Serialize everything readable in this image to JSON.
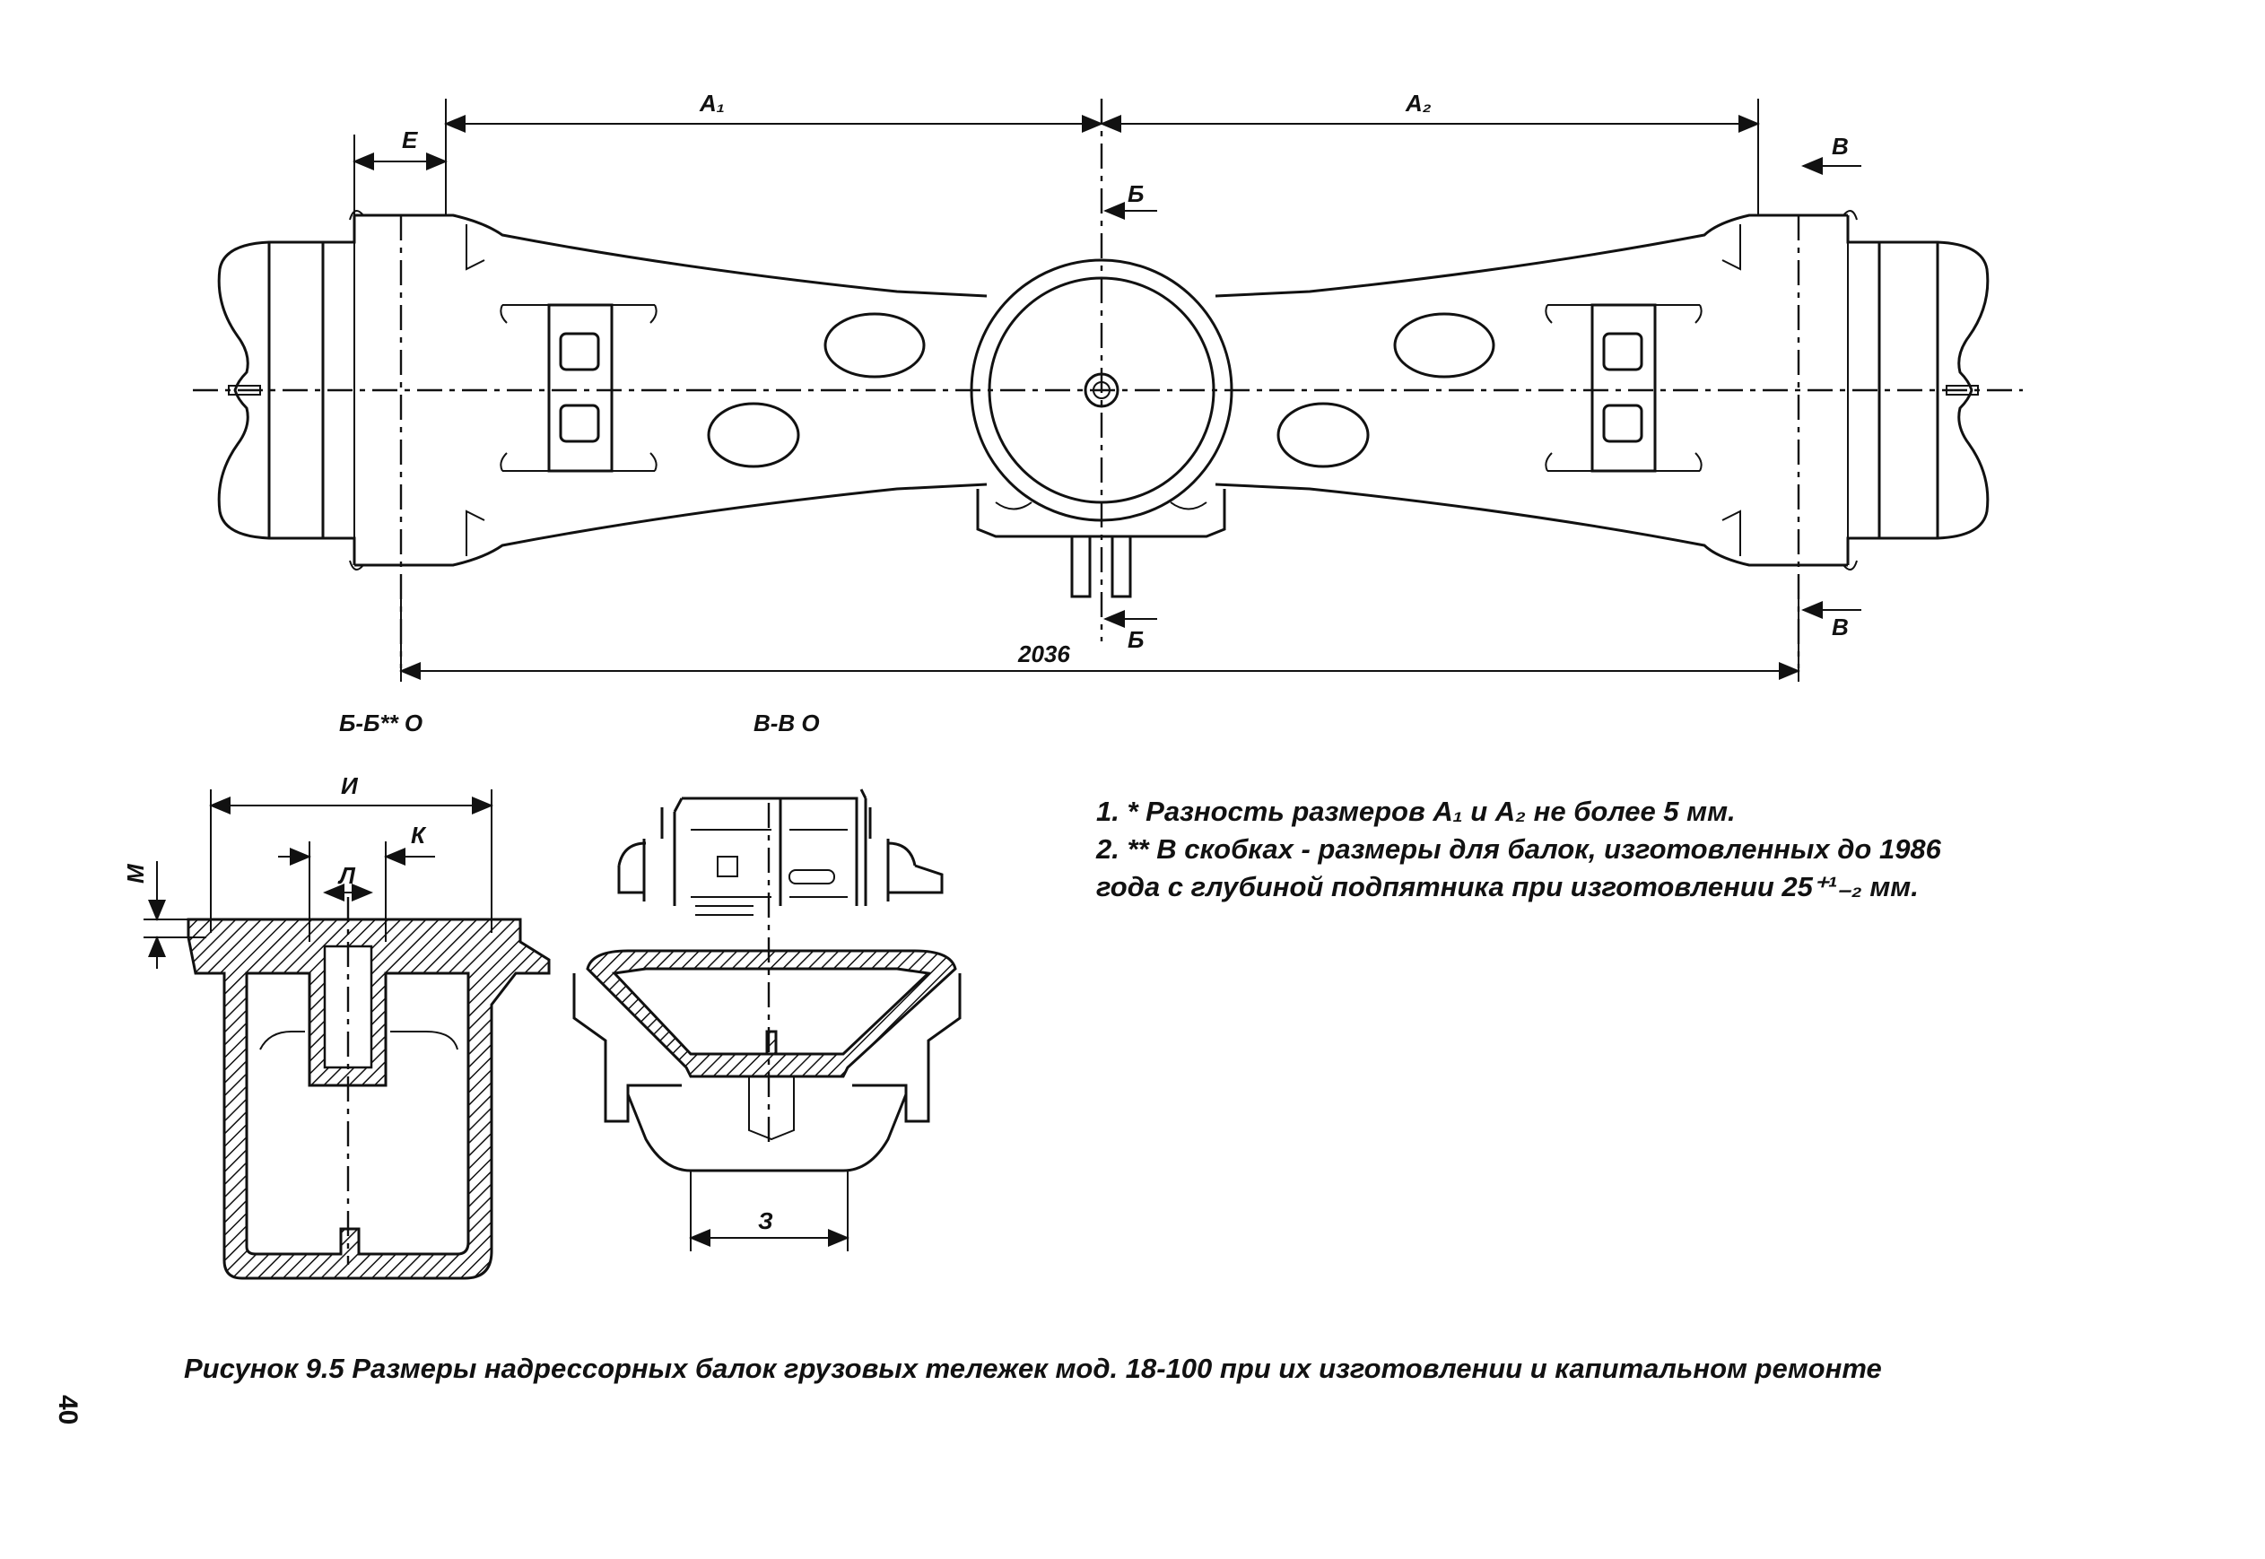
{
  "labels": {
    "a1": "A₁",
    "a2": "A₂",
    "e": "Е",
    "b_top": "Б",
    "b_bottom": "Б",
    "v_top": "В",
    "v_bottom": "В",
    "span": "2036",
    "section_bb": "Б-Б** О",
    "section_vv": "В-В О",
    "i": "И",
    "k": "К",
    "l": "Л",
    "m": "М",
    "z": "З"
  },
  "notes": [
    "1. * Разность размеров А₁ и А₂ не более 5 мм.",
    "2. ** В скобках - размеры для балок, изготовленных до 1986",
    "года с глубиной подпятника при изготовлении 25⁺¹₋₂ мм."
  ],
  "caption": "Рисунок 9.5 Размеры надрессорных балок грузовых тележек мод. 18-100 при их изготовлении и капитальном ремонте",
  "page_number": "40"
}
